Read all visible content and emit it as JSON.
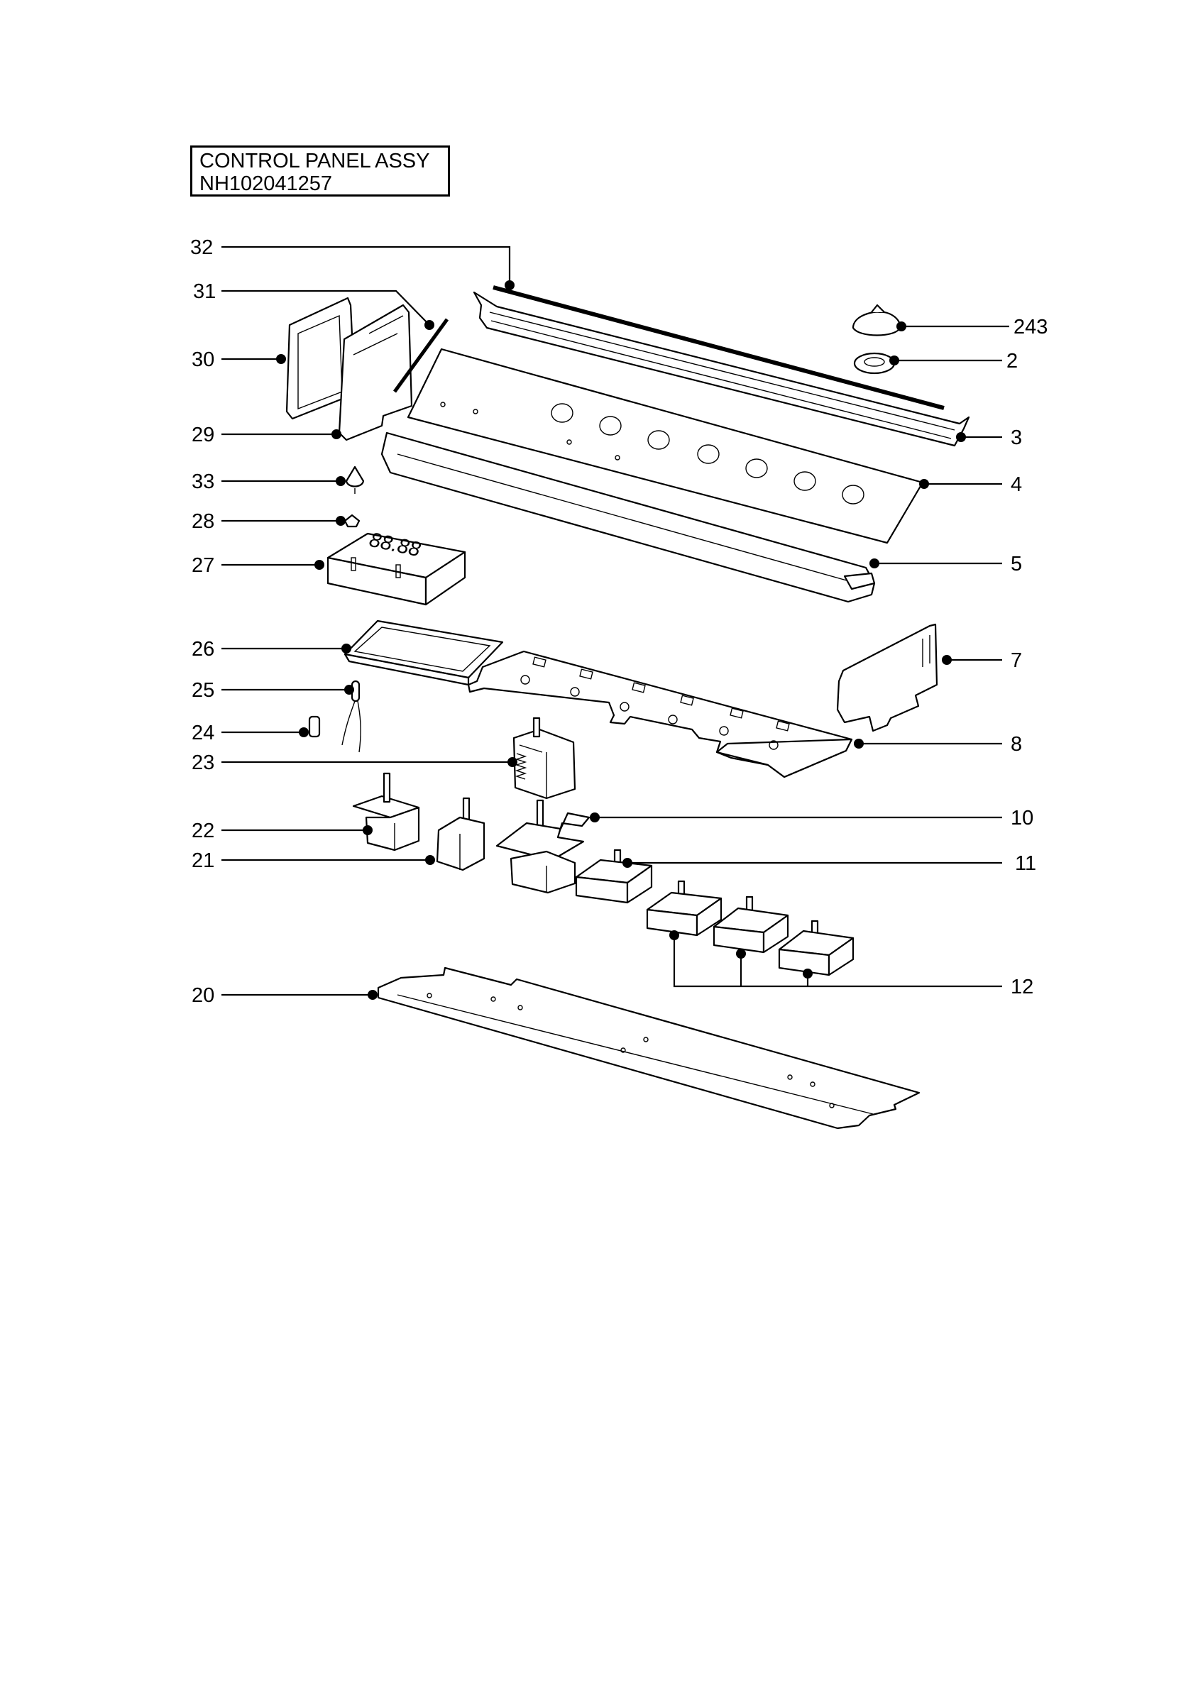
{
  "title": {
    "line1": "CONTROL PANEL ASSY",
    "line2": "NH102041257"
  },
  "callouts": {
    "c32": "32",
    "c31": "31",
    "c30": "30",
    "c29": "29",
    "c33": "33",
    "c28": "28",
    "c27": "27",
    "c26": "26",
    "c25": "25",
    "c24": "24",
    "c23": "23",
    "c22": "22",
    "c21": "21",
    "c20": "20",
    "c243": "243",
    "c2": "2",
    "c3": "3",
    "c4": "4",
    "c5": "5",
    "c7": "7",
    "c8": "8",
    "c10": "10",
    "c11": "11",
    "c12": "12"
  },
  "display_text": "88.88"
}
